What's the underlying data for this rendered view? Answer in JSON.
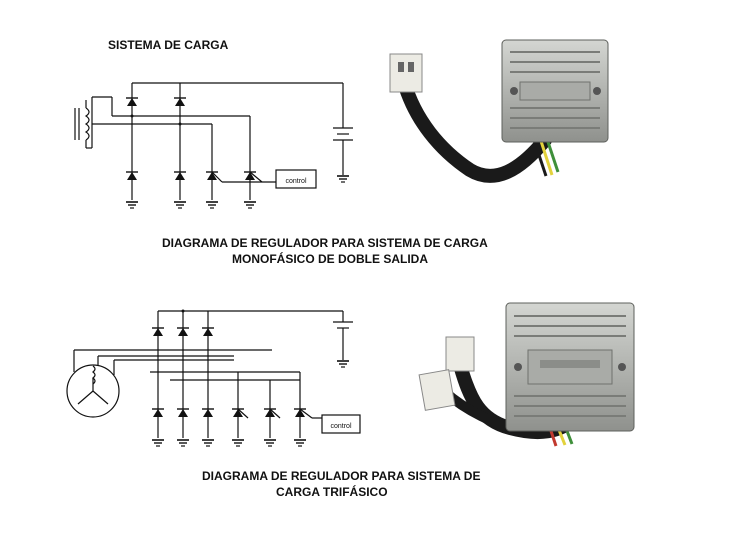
{
  "title": "SISTEMA DE CARGA",
  "captions": {
    "single_line1": "DIAGRAMA DE REGULADOR PARA SISTEMA DE CARGA",
    "single_line2": "MONOFÁSICO DE DOBLE SALIDA",
    "three_line1": "DIAGRAMA DE REGULADOR PARA SISTEMA DE",
    "three_line2": "CARGA TRIFÁSICO"
  },
  "box_labels": {
    "single": "control",
    "three": "control"
  },
  "colors": {
    "line": "#111111",
    "metal": "#b9bbb7",
    "metal_dark": "#6f716d",
    "wire_black": "#1a1a1a",
    "wire_yellow": "#e3d23c",
    "wire_green": "#3f8f3a",
    "wire_red": "#c2392f",
    "connector": "#ecebe4"
  }
}
